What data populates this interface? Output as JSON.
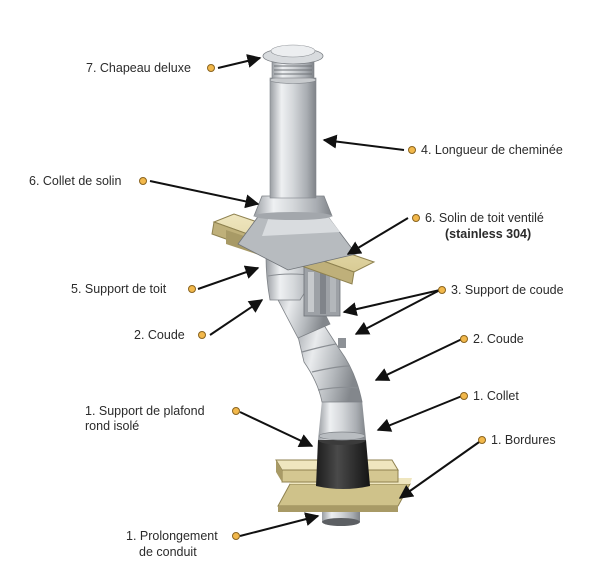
{
  "colors": {
    "dot_fill": "#f2b84b",
    "dot_stroke": "#8a6420",
    "arrow": "#111111",
    "pipe_light": "#e6e7e9",
    "pipe_dark": "#8d9196",
    "wood_light": "#e7dcae",
    "wood_dark": "#a89a66",
    "black_pipe": "#2a2a2a"
  },
  "labels": {
    "chapeau": "7. Chapeau deluxe",
    "longueur": "4. Longueur de cheminée",
    "collet_solin": "6. Collet de solin",
    "solin_toit": "6. Solin de toit ventilé",
    "solin_toit_material": "(stainless 304)",
    "support_toit": "5. Support de toit",
    "support_coude": "3. Support de coude",
    "coude_left": "2. Coude",
    "coude_right": "2. Coude",
    "collet": "1. Collet",
    "support_plafond_1": "1. Support de plafond",
    "support_plafond_2": "rond isolé",
    "bordures": "1. Bordures",
    "prolongement_1": "1. Prolongement",
    "prolongement_2": "de conduit"
  }
}
